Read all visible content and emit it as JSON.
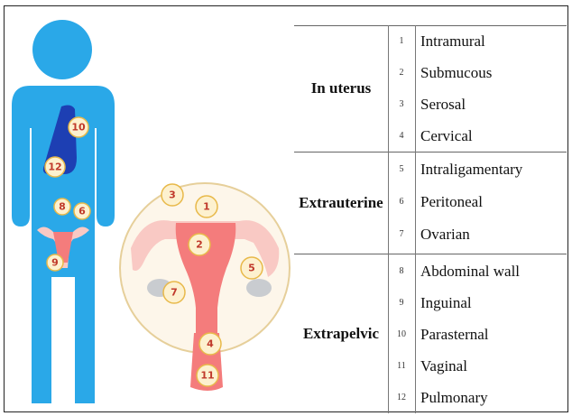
{
  "markers": {
    "body": [
      "10",
      "12",
      "8",
      "6",
      "9"
    ],
    "uterus": [
      "3",
      "1",
      "2",
      "5",
      "7",
      "4",
      "11"
    ]
  },
  "table": {
    "groups": [
      {
        "name": "In uterus",
        "rows": [
          {
            "num": "1",
            "label": "Intramural"
          },
          {
            "num": "2",
            "label": "Submucous"
          },
          {
            "num": "3",
            "label": "Serosal"
          },
          {
            "num": "4",
            "label": "Cervical"
          }
        ]
      },
      {
        "name": "Extrauterine",
        "rows": [
          {
            "num": "5",
            "label": "Intraligamentary"
          },
          {
            "num": "6",
            "label": "Peritoneal"
          },
          {
            "num": "7",
            "label": "Ovarian"
          }
        ]
      },
      {
        "name": "Extrapelvic",
        "rows": [
          {
            "num": "8",
            "label": "Abdominal wall"
          },
          {
            "num": "9",
            "label": "Inguinal"
          },
          {
            "num": "10",
            "label": "Parasternal"
          },
          {
            "num": "11",
            "label": "Vaginal"
          },
          {
            "num": "12",
            "label": "Pulmonary"
          }
        ]
      }
    ]
  },
  "colors": {
    "body": "#2aa8e8",
    "lung": "#1d3fb3",
    "uterus": "#f47c7c",
    "uterus_light": "#f9c9c4",
    "circle_bg": "#fdf6ea",
    "circle_border": "#e6cf9a",
    "marker_fill": "#fdf1cf",
    "marker_border": "#e8b94a",
    "marker_text": "#c0392b",
    "ovary": "#c9ccd0"
  }
}
